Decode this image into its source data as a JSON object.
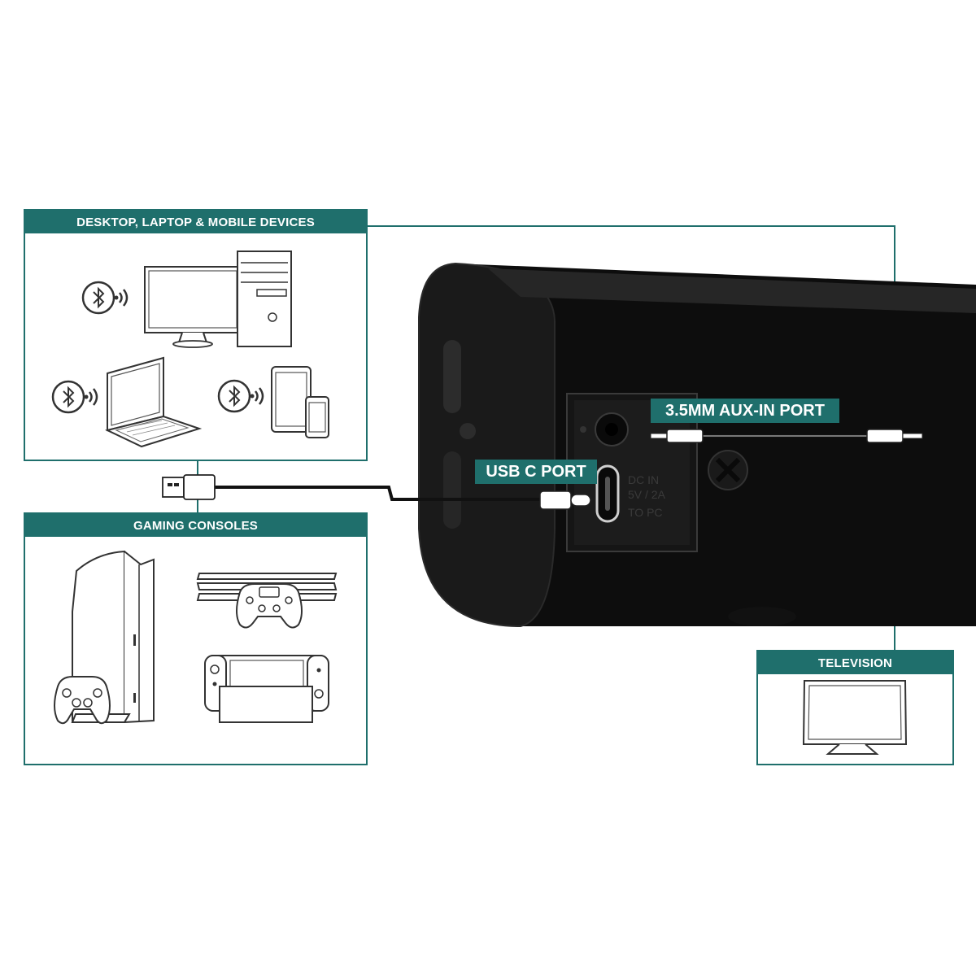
{
  "panels": {
    "devices": {
      "title": "DESKTOP, LAPTOP & MOBILE DEVICES"
    },
    "consoles": {
      "title": "GAMING CONSOLES"
    },
    "tv": {
      "title": "TELEVISION"
    }
  },
  "ports": {
    "aux": "3.5MM AUX-IN PORT",
    "usbc": "USB C PORT"
  },
  "device_port_text": {
    "line1": "DC IN",
    "line2": "5V / 2A",
    "line3": "TO PC"
  },
  "colors": {
    "accent": "#1f6f6c",
    "device_body": "#0d0d0d",
    "line_art": "#333333"
  },
  "icons": [
    "bluetooth-icon",
    "desktop-computer-icon",
    "laptop-icon",
    "tablet-phone-icon",
    "playstation-console-icon",
    "console-controller-icon",
    "switch-console-icon",
    "television-icon",
    "usb-a-plug-icon",
    "usb-c-plug-icon",
    "aux-plug-icon"
  ]
}
